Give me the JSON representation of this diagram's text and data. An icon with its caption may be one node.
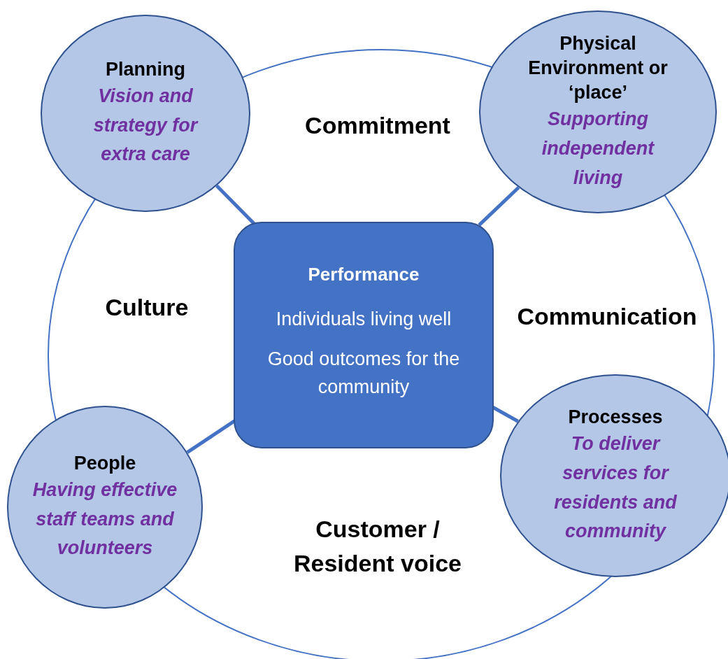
{
  "diagram": {
    "nodes": [
      {
        "text": [
          "Planning",
          "Vision and strategy for extra care"
        ]
      },
      {
        "text": [
          "Physical Environment or ‘place’",
          "Supporting independent living"
        ]
      },
      {
        "text": [
          "Performance",
          "Individuals living well",
          "Good outcomes for the community"
        ]
      },
      {
        "text": [
          "People",
          "Having effective staff teams and volunteers"
        ]
      },
      {
        "text": [
          "Processes",
          "To deliver services for residents and community"
        ]
      }
    ],
    "edges": [
      {
        "from": 2,
        "to": 0,
        "arrow": "none"
      },
      {
        "from": 2,
        "to": 1,
        "arrow": "none"
      },
      {
        "from": 2,
        "to": 3,
        "arrow": "none"
      },
      {
        "from": 2,
        "to": 4,
        "arrow": "none"
      }
    ],
    "labels": [
      "Commitment",
      "Culture",
      "Communication",
      "Customer / Resident voice"
    ]
  }
}
